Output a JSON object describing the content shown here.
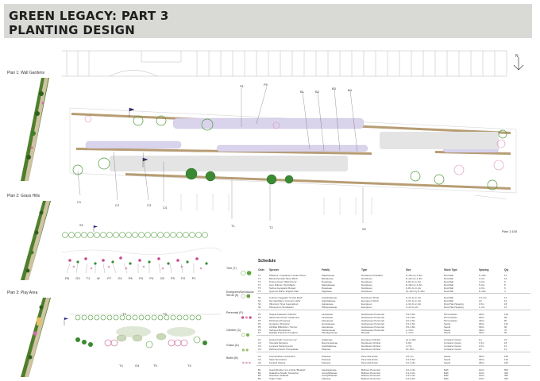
{
  "header": {
    "line1": "GREEN LEGACY: PART 3",
    "line2": "PLANTING DESIGN"
  },
  "plans": {
    "wall_gardens": "Plan 1: Wall Gardens",
    "grass_hills": "Plan 2: Grass Hills",
    "play_area": "Plan 3: Play Area"
  },
  "north_label": "N",
  "scale_note": "Plan 1:100",
  "callouts_main": {
    "s1": "S1",
    "p5": "P5",
    "b1": "B1",
    "b2": "B2",
    "b3": "B3",
    "b4": "B4",
    "c1": "C1",
    "c2": "C2",
    "c3": "C3",
    "c4": "C4",
    "t1": "T1",
    "t2": "T2",
    "s2": "S2"
  },
  "callouts_grass": {
    "top": "S1",
    "bottom": [
      "P8",
      "G3",
      "T1",
      "W",
      "P7",
      "G1",
      "P6",
      "P4",
      "P4",
      "G2",
      "P3",
      "P2",
      "P1"
    ]
  },
  "callouts_play": {
    "top": [
      "T3",
      "T3"
    ],
    "bottom": [
      "T4",
      "G4",
      "T5",
      "T4"
    ]
  },
  "legend": {
    "items": [
      "Tree (T)",
      "Evergreen/Deciduous Shrub (S)",
      "Perennial (P)",
      "Climber (C)",
      "Grass (G)",
      "Bulbs (B)"
    ],
    "colors": {
      "tree": "#5aa83c",
      "tree_outline": "#3f7f2a",
      "shrub": "#6e9c48",
      "perennial_a": "#c44b8a",
      "perennial_b": "#e89ab8",
      "climber": "#7ab04e",
      "grass": "#9bbf6a",
      "bulb": "#d6a0c2"
    }
  },
  "schedule": {
    "title": "Schedule",
    "headers": [
      "Code",
      "Species",
      "Family",
      "Type",
      "Size",
      "Stock Type",
      "Spacing",
      "Qty"
    ],
    "groups": [
      [
        [
          "T1",
          "Platanus × hispanica 'London Plane'",
          "Platanaceae",
          "Deciduous broadleaf",
          "8–12m by 4–8m",
          "Root Ball",
          "6–10m",
          "12"
        ],
        [
          "T2",
          "Betula Pendula 'Silver Birch'",
          "Betulaceae",
          "Deciduous",
          "8–12m by 4–8m",
          "Root Ball",
          "4–6m",
          "16"
        ],
        [
          "T3",
          "Prunus Avium 'Wild Cherry'",
          "Rosaceae",
          "Deciduous",
          "6–8m by 4–6m",
          "Root Ball",
          "4–6m",
          "9"
        ],
        [
          "T4",
          "Acer Rubrum 'Red Maple'",
          "Sapindaceae",
          "Deciduous",
          "8–10m by 4–6m",
          "Root Ball",
          "5–6m",
          "8"
        ],
        [
          "T5",
          "Sorbus Aucuparia 'Rowan'",
          "Rosaceae",
          "Deciduous",
          "6–8m by 3–4m",
          "Root Ball",
          "4–5m",
          "6"
        ],
        [
          "T6",
          "Quercus Robur 'English Oak'",
          "Fagaceae",
          "Deciduous",
          "12–15m by 8–10m",
          "Root Ball",
          "8–10m",
          "4"
        ]
      ],
      [
        [
          "S1",
          "Cotinus Coggygria 'Smoke Bush'",
          "Anacardiaceae",
          "Deciduous Shrub",
          "3–4m by 2–3m",
          "Root Ball",
          "1.5–2m",
          "14"
        ],
        [
          "S2",
          "Ilex Aquifolium 'Common Holly'",
          "Aquifoliaceae",
          "Evergreen Shrub",
          "4–6m by 2–4m",
          "Root Ball",
          "2m",
          "10"
        ],
        [
          "S3",
          "Viburnum Tinus 'Laurustinus'",
          "Adoxaceae",
          "Evergreen",
          "2–3m by 2–3m",
          "Root Plant Spacing",
          "1.5m",
          "18"
        ],
        [
          "S4",
          "Pittosporum Tenuifolium",
          "Pittosporaceae",
          "Evergreen",
          "3–4m by 2m",
          "Root Plant Spacing",
          "1–2m",
          "12"
        ]
      ],
      [
        [
          "P1",
          "Nepeta Faassenii 'Catmint'",
          "Lamiaceae",
          "Herbaceous Perennial",
          "0.3–0.5m",
          "P9 Container",
          "30cm",
          "120"
        ],
        [
          "P2",
          "Salvia Nemorosa 'Caradonna'",
          "Lamiaceae",
          "Herbaceous Perennial",
          "0.4–0.6m",
          "P9 Container",
          "30cm",
          "95"
        ],
        [
          "P3",
          "Echinacea Purpurea",
          "Asteraceae",
          "Herbaceous Perennial",
          "0.6–0.9m",
          "P9 Container",
          "40cm",
          "80"
        ],
        [
          "P4",
          "Geranium 'Rozanne'",
          "Geraniaceae",
          "Herbaceous Perennial",
          "0.3–0.5m",
          "Seeds",
          "30cm",
          "110"
        ],
        [
          "P5",
          "Achillea Millefolium 'Yarrow'",
          "Asteraceae",
          "Herbaceous Perennial",
          "0.5–0.8m",
          "Seeds",
          "30cm",
          "90"
        ],
        [
          "P6",
          "Verbena Bonariensis",
          "Verbenaceae",
          "Herbaceous Perennial",
          "1–1.5m",
          "Seeds",
          "40cm",
          "70"
        ],
        [
          "P7",
          "Digitalis Purpurea 'Foxglove'",
          "Plantaginaceae",
          "Biennial",
          "1–1.5m",
          "Seeds",
          "40cm",
          "60"
        ]
      ],
      [
        [
          "C1",
          "Hedera Helix 'Common Ivy'",
          "Araliaceae",
          "Evergreen Climber",
          "up to 10m",
          "Container Grown",
          "1m",
          "24"
        ],
        [
          "C2",
          "Clematis Montana",
          "Ranunculaceae",
          "Deciduous Climber",
          "5–8m",
          "Container Grown",
          "1.5m",
          "18"
        ],
        [
          "C3",
          "Lonicera Periclymenum",
          "Caprifoliaceae",
          "Deciduous Climber",
          "4–7m",
          "Container Grown",
          "1.5m",
          "16"
        ],
        [
          "C4",
          "Parthenocissus Tricuspidata",
          "Vitaceae",
          "Deciduous Climber",
          "10–15m",
          "Container Grown",
          "2m",
          "12"
        ]
      ],
      [
        [
          "G1",
          "Anemanthele Lessoniana",
          "Poaceae",
          "Perennial Grass",
          "0.5–1m",
          "Seeds",
          "30cm",
          "150"
        ],
        [
          "G2",
          "Stipa Tenuissima",
          "Poaceae",
          "Perennial Grass",
          "0.4–0.6m",
          "Seeds",
          "30cm",
          "140"
        ],
        [
          "G3",
          "Festuca Glauca",
          "Poaceae",
          "Perennial Grass",
          "0.2–0.3m",
          "Seeds",
          "25cm",
          "160"
        ]
      ],
      [
        [
          "B1",
          "Hyacinthoides non-scripta 'Bluebell'",
          "Asparagaceae",
          "Bulbous Perennial",
          "0.2–0.4m",
          "Bulb",
          "10cm",
          "500"
        ],
        [
          "B2",
          "Galanthus Nivalis 'Snowdrop'",
          "Amaryllidaceae",
          "Bulbous Perennial",
          "0.1–0.2m",
          "Bulb",
          "10cm",
          "400"
        ],
        [
          "B3",
          "Narcissus 'Daffodil'",
          "Amaryllidaceae",
          "Bulbous Perennial",
          "0.3–0.4m",
          "Bulb",
          "15cm",
          "350"
        ],
        [
          "B4",
          "Tulipa 'Tulip'",
          "Liliaceae",
          "Bulbous Perennial",
          "0.3–0.6m",
          "Bulb",
          "15cm",
          "300"
        ]
      ]
    ]
  }
}
